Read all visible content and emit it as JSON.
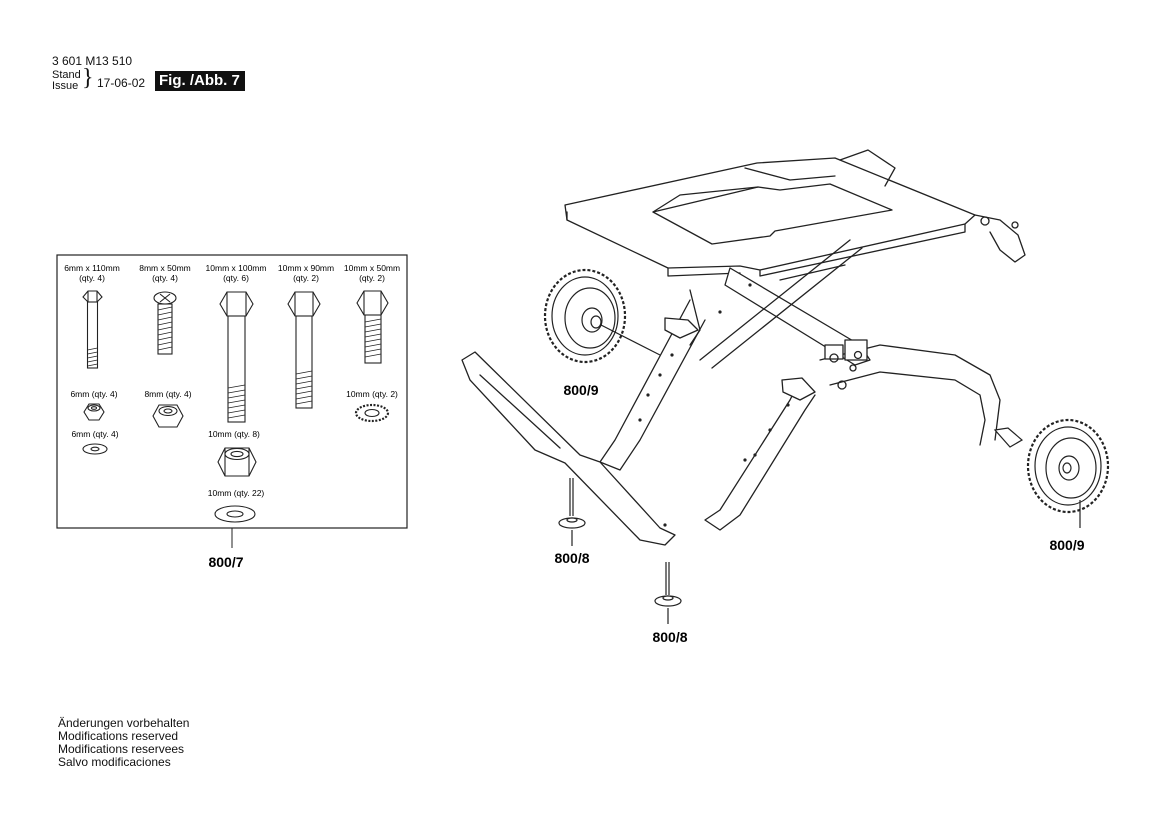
{
  "header": {
    "part_number": "3 601 M13 510",
    "stand_label": "Stand",
    "issue_label": "Issue",
    "date": "17-06-02",
    "figure_label": "Fig. /Abb. 7"
  },
  "hardware_kit": {
    "reference": "800/7",
    "bolts": [
      {
        "size": "6mm x 110mm",
        "qty": "(qty. 4)"
      },
      {
        "size": "8mm x 50mm",
        "qty": "(qty. 4)"
      },
      {
        "size": "10mm x 100mm",
        "qty": "(qty. 6)"
      },
      {
        "size": "10mm x 90mm",
        "qty": "(qty. 2)"
      },
      {
        "size": "10mm x 50mm",
        "qty": "(qty. 2)"
      }
    ],
    "nuts_washers": [
      {
        "label": "6mm (qty. 4)"
      },
      {
        "label": "8mm (qty. 4)"
      },
      {
        "label": "10mm (qty. 2)"
      },
      {
        "label": "6mm (qty. 4)"
      },
      {
        "label": "10mm (qty. 8)"
      },
      {
        "label": "10mm (qty. 22)"
      }
    ]
  },
  "callouts": {
    "wheel_left": "800/9",
    "wheel_right": "800/9",
    "foot_left": "800/8",
    "foot_bottom": "800/8"
  },
  "footer": {
    "lines": [
      "Änderungen vorbehalten",
      "Modifications reserved",
      "Modifications reservees",
      "Salvo modificaciones"
    ]
  }
}
